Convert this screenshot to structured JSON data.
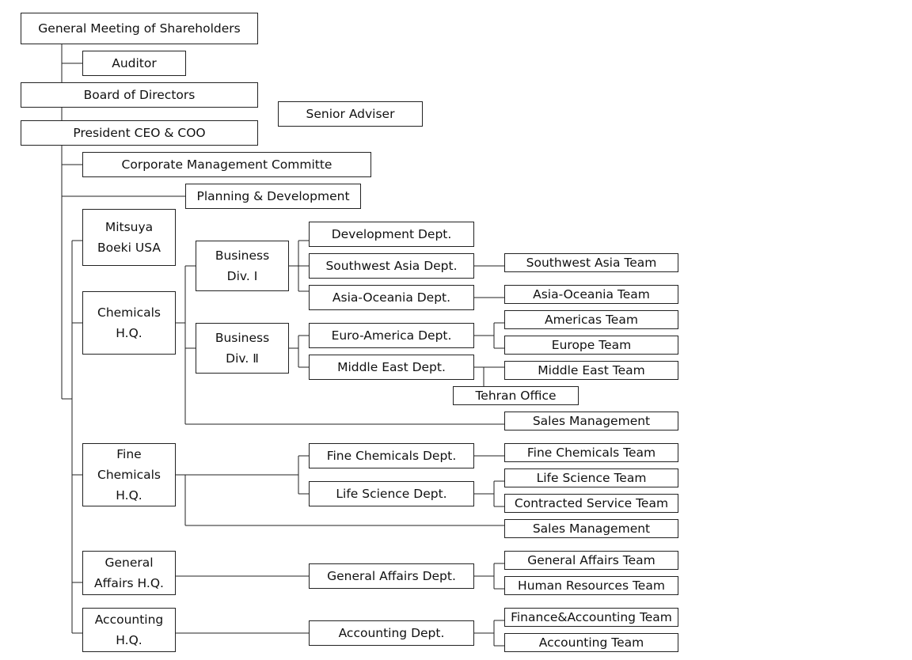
{
  "nodes": {
    "gms": "General Meeting of Shareholders",
    "auditor": "Auditor",
    "board": "Board of Directors",
    "senior": "Senior Adviser",
    "president": "President CEO & COO",
    "cmc": "Corporate Management Committe",
    "planning": "Planning & Development",
    "usa": "Mitsuya\nBoeki USA",
    "chem_hq": "Chemicals\nH.Q.",
    "div1": "Business\nDiv. Ⅰ",
    "div2": "Business\nDiv. Ⅱ",
    "dev_dept": "Development Dept.",
    "swa_dept": "Southwest Asia Dept.",
    "ao_dept": "Asia-Oceania Dept.",
    "ea_dept": "Euro-America Dept.",
    "me_dept": "Middle East Dept.",
    "swa_team": "Southwest Asia Team",
    "ao_team": "Asia-Oceania Team",
    "am_team": "Americas Team",
    "eu_team": "Europe Team",
    "me_team": "Middle East Team",
    "tehran": "Tehran Office",
    "sales1": "Sales Management",
    "fine_hq": "Fine\nChemicals\nH.Q.",
    "fc_dept": "Fine Chemicals Dept.",
    "ls_dept": "Life Science Dept.",
    "fc_team": "Fine Chemicals Team",
    "ls_team": "Life Science Team",
    "cs_team": "Contracted Service Team",
    "sales2": "Sales Management",
    "ga_hq": "General\nAffairs H.Q.",
    "ga_dept": "General Affairs Dept.",
    "ga_team": "General Affairs Team",
    "hr_team": "Human Resources Team",
    "acc_hq": "Accounting\nH.Q.",
    "acc_dept": "Accounting Dept.",
    "fa_team": "Finance&Accounting Team",
    "acc_team": "Accounting Team"
  }
}
